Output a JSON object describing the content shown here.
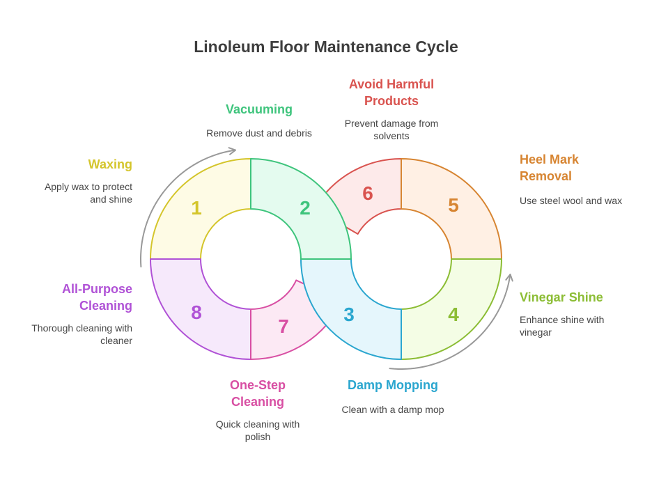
{
  "title": "Linoleum Floor Maintenance Cycle",
  "steps": [
    {
      "number": "1",
      "heading": [
        "Waxing"
      ],
      "description": [
        "Apply wax to protect",
        "and shine"
      ],
      "color": "#d4c52b",
      "fill": "#fefbe5"
    },
    {
      "number": "2",
      "heading": [
        "Vacuuming"
      ],
      "description": [
        "Remove dust and debris"
      ],
      "color": "#3ec47c",
      "fill": "#e4fbef"
    },
    {
      "number": "3",
      "heading": [
        "Damp Mopping"
      ],
      "description": [
        "Clean with a damp mop"
      ],
      "color": "#2aa6cf",
      "fill": "#e5f6fc"
    },
    {
      "number": "4",
      "heading": [
        "Vinegar Shine"
      ],
      "description": [
        "Enhance shine with",
        "vinegar"
      ],
      "color": "#8cbd35",
      "fill": "#f4fde5"
    },
    {
      "number": "5",
      "heading": [
        "Heel Mark",
        "Removal"
      ],
      "description": [
        "Use steel wool and wax"
      ],
      "color": "#d78532",
      "fill": "#fff0e4"
    },
    {
      "number": "6",
      "heading": [
        "Avoid Harmful",
        "Products"
      ],
      "description": [
        "Prevent damage from",
        "solvents"
      ],
      "color": "#d9534f",
      "fill": "#fdeaea"
    },
    {
      "number": "7",
      "heading": [
        "One-Step",
        "Cleaning"
      ],
      "description": [
        "Quick cleaning with",
        "polish"
      ],
      "color": "#d84fa3",
      "fill": "#fce9f4"
    },
    {
      "number": "8",
      "heading": [
        "All-Purpose",
        "Cleaning"
      ],
      "description": [
        "Thorough cleaning with",
        "cleaner"
      ],
      "color": "#b052d6",
      "fill": "#f6e9fb"
    }
  ],
  "colors": {
    "title": "#3d3d3d",
    "description": "#454545",
    "arrow": "#999999"
  }
}
